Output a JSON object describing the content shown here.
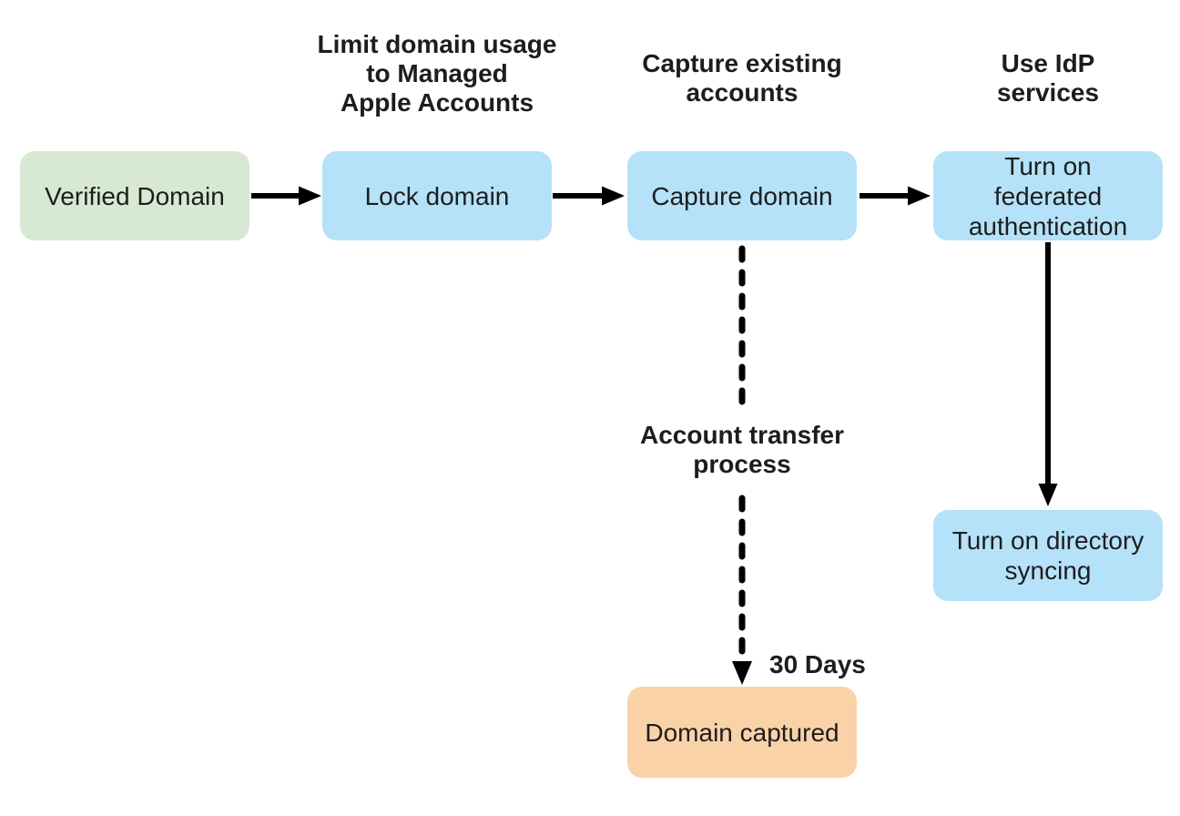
{
  "diagram": {
    "background": "#ffffff",
    "palette": {
      "start_node_green": "#d8e9d3",
      "process_node_blue": "#b5e2f8",
      "end_node_orange": "#fad2a7",
      "text": "#1d1d1f",
      "arrow": "#000000"
    },
    "nodes": [
      {
        "id": "verified-domain",
        "label": "Verified Domain",
        "fill": "green"
      },
      {
        "id": "lock-domain",
        "label": "Lock domain",
        "fill": "blue"
      },
      {
        "id": "capture-domain",
        "label": "Capture domain",
        "fill": "blue"
      },
      {
        "id": "federated-authentication",
        "label": "Turn on federated authentication",
        "fill": "blue"
      },
      {
        "id": "directory-syncing",
        "label": "Turn on directory syncing",
        "fill": "blue"
      },
      {
        "id": "domain-captured",
        "label": "Domain captured",
        "fill": "orange"
      }
    ],
    "annotations": [
      {
        "id": "limit-domain-usage",
        "text": "Limit domain usage\nto Managed\nApple Accounts"
      },
      {
        "id": "capture-existing-accounts",
        "text": "Capture existing\naccounts"
      },
      {
        "id": "use-idp-services",
        "text": "Use IdP\nservices"
      },
      {
        "id": "account-transfer-process",
        "text": "Account transfer\nprocess"
      },
      {
        "id": "thirty-days",
        "text": "30 Days"
      }
    ],
    "edges": [
      {
        "from": "verified-domain",
        "to": "lock-domain",
        "style": "solid"
      },
      {
        "from": "lock-domain",
        "to": "capture-domain",
        "style": "solid"
      },
      {
        "from": "capture-domain",
        "to": "federated-authentication",
        "style": "solid"
      },
      {
        "from": "federated-authentication",
        "to": "directory-syncing",
        "style": "solid"
      },
      {
        "from": "capture-domain",
        "to": "domain-captured",
        "style": "dashed",
        "label": "Account transfer process",
        "duration": "30 Days"
      }
    ]
  }
}
